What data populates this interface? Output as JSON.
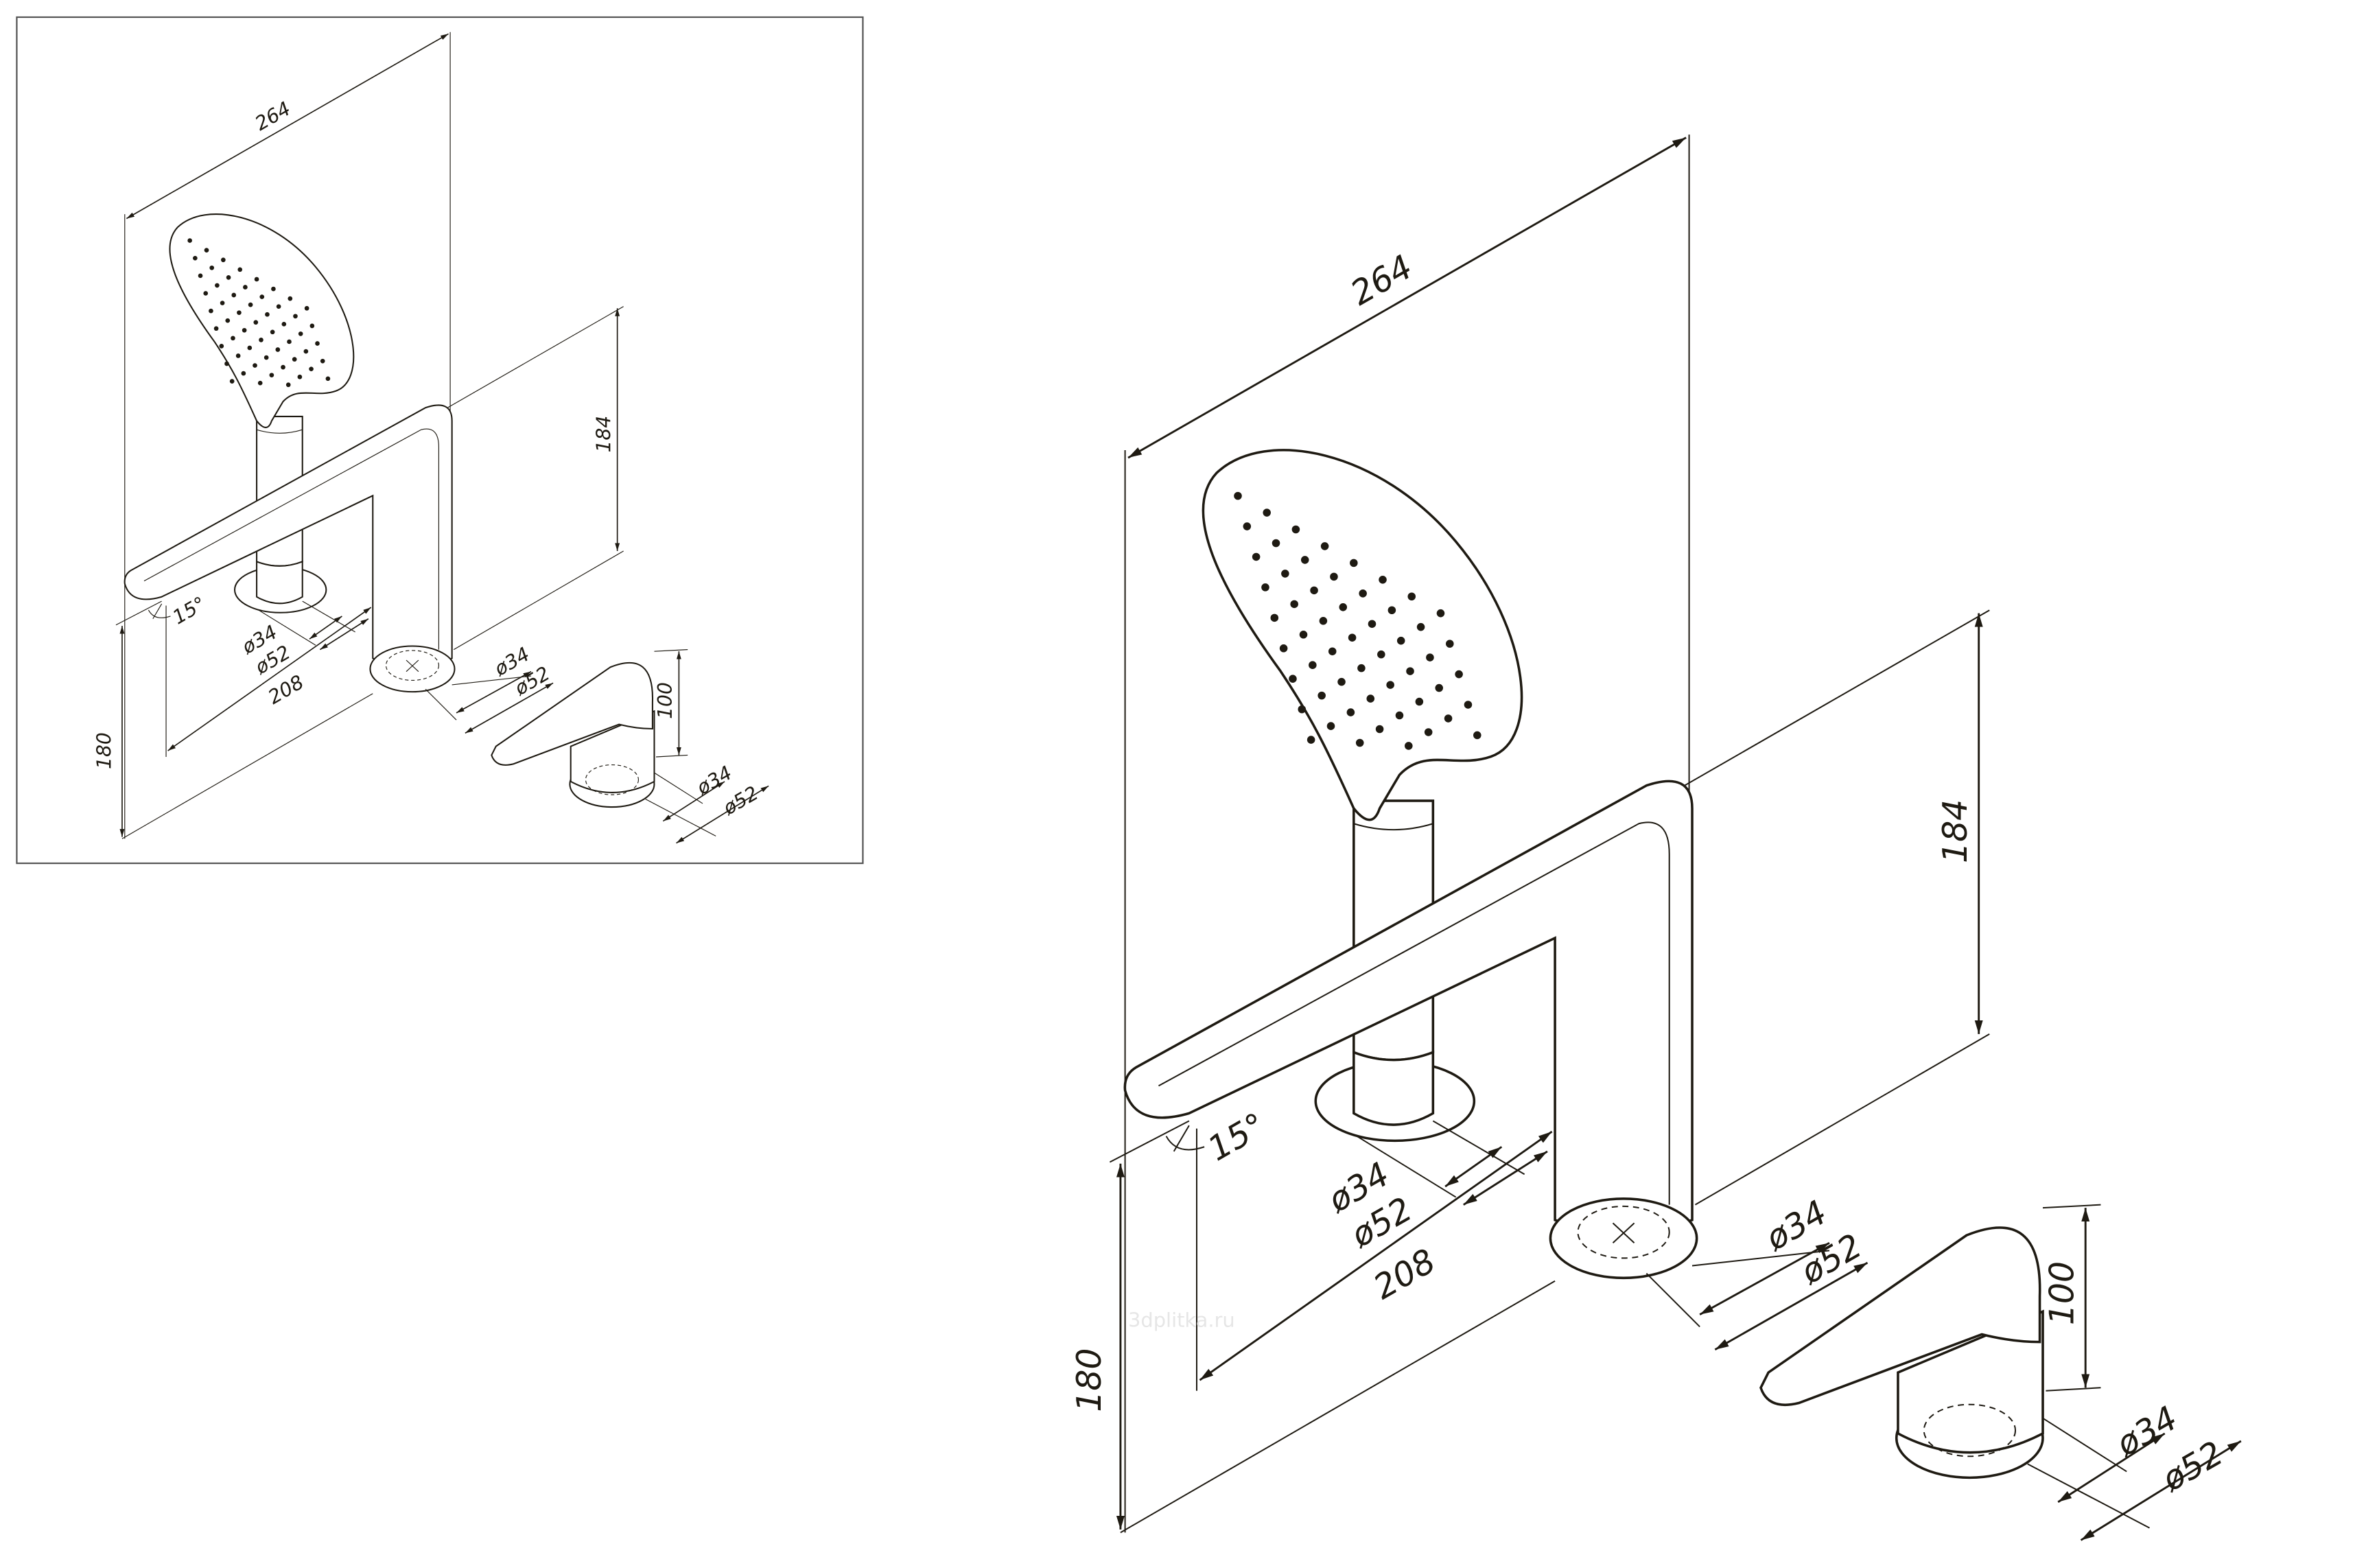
{
  "labels": {
    "width_overall": "264",
    "height_spout": "184",
    "height_deck": "180",
    "reach": "208",
    "angle": "15°",
    "lever_height": "100",
    "shower_base_inner": "ø34",
    "shower_base_outer": "ø52",
    "spout_base_inner": "ø34",
    "spout_base_outer": "ø52",
    "lever_base_inner": "ø34",
    "lever_base_outer": "ø52"
  },
  "watermark": "3dplitka.ru",
  "colors": {
    "line": "#1e1a12",
    "background": "#ffffff",
    "frame": "#555555"
  }
}
